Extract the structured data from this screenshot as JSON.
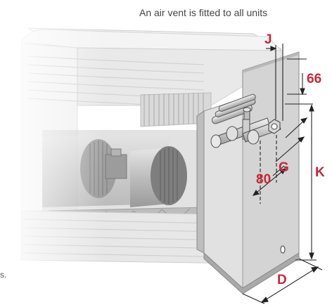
{
  "caption": "An air vent is fitted to all units",
  "cut_text": "s.",
  "colors": {
    "accent": "#c8273a",
    "line": "#222222"
  },
  "dimensions": {
    "j": "J",
    "d66": "66",
    "g": "G",
    "d80": "80",
    "k": "K",
    "d": "D"
  }
}
